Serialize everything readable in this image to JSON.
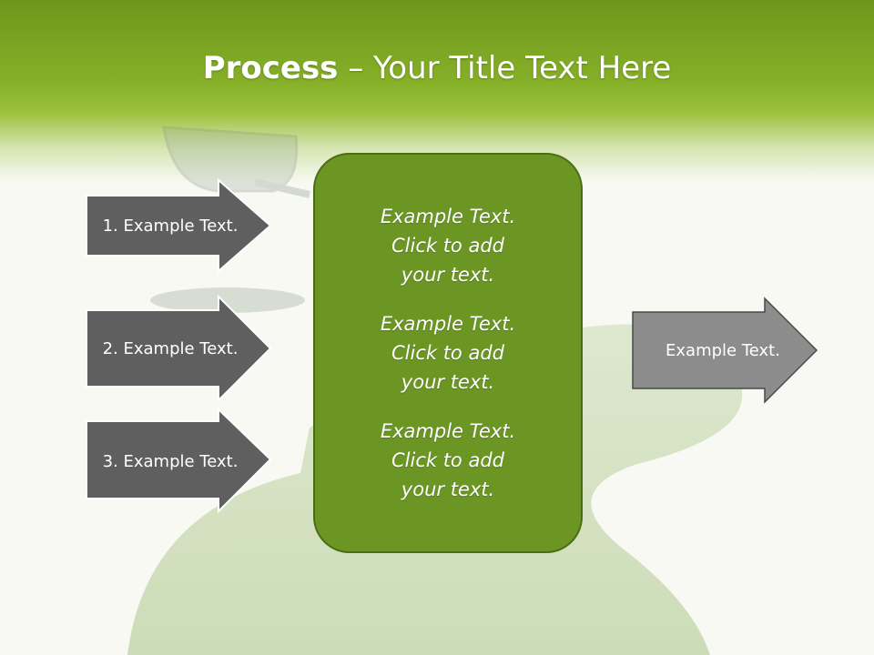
{
  "title": {
    "bold": "Process",
    "rest": " – Your Title Text Here"
  },
  "inputs": [
    {
      "label": "1. Example Text."
    },
    {
      "label": "2. Example Text."
    },
    {
      "label": "3. Example Text."
    }
  ],
  "center": {
    "paragraphs": [
      [
        "Example Text.",
        "Click  to add",
        "your text."
      ],
      [
        "Example Text.",
        "Click  to add",
        "your text."
      ],
      [
        "Example Text.",
        "Click  to add",
        "your text."
      ]
    ]
  },
  "output": {
    "label": "Example Text."
  },
  "colors": {
    "header_green": "#86b028",
    "center_box": "#6b9623",
    "input_arrow": "#5f5f5f",
    "output_arrow": "#8c8c8c"
  }
}
